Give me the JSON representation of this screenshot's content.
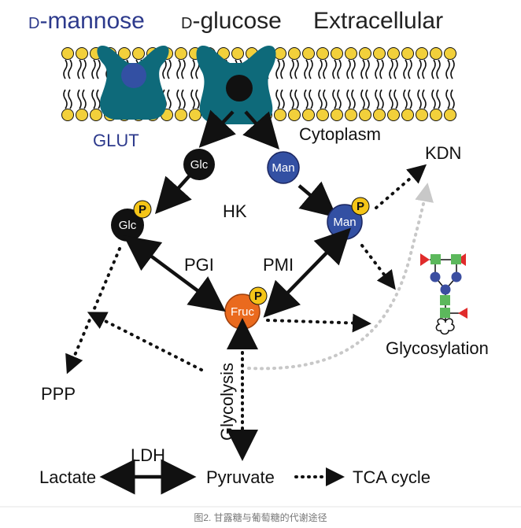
{
  "labels": {
    "mannose_prefix": "D",
    "mannose": "-mannose",
    "glucose_prefix": "D",
    "glucose": "-glucose",
    "extracellular": "Extracellular",
    "glut": "GLUT",
    "cytoplasm": "Cytoplasm",
    "hk": "HK",
    "pgi": "PGI",
    "pmi": "PMI",
    "kdn": "KDN",
    "glycosylation": "Glycosylation",
    "ppp": "PPP",
    "glycolysis": "Glycolysis",
    "ldh": "LDH",
    "lactate": "Lactate",
    "pyruvate": "Pyruvate",
    "tca": "TCA cycle"
  },
  "nodes": {
    "glc": "Glc",
    "man": "Man",
    "glc6p": "Glc",
    "man6p": "Man",
    "fruc6p": "Fruc",
    "phosphate": "P"
  },
  "caption": "图2. 甘露糖与葡萄糖的代谢途径",
  "colors": {
    "mannose_text": "#2d3a8c",
    "glut_teal": "#0e6a7a",
    "lipid_head": "#f2d03b",
    "man_blue": "#3350a3",
    "fruc_orange": "#ea6a1e",
    "phosphate_yellow": "#f5c518",
    "glycan_green": "#5cb85c",
    "glycan_blue": "#3b4ea0",
    "glycan_red": "#e02b2b",
    "flow_gray": "#c8c8c8"
  }
}
